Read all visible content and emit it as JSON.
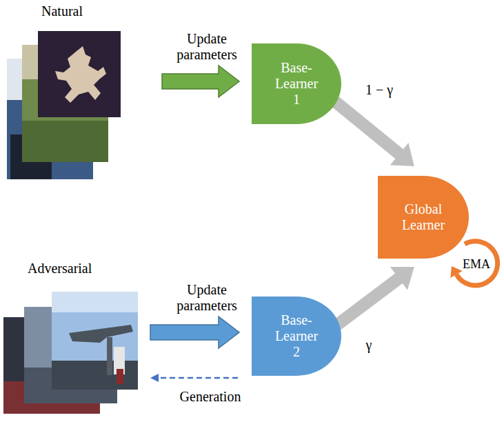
{
  "diagram": {
    "nodes": [
      {
        "text": [
          "Natural"
        ]
      },
      {
        "text": [
          "Base- Learner 1"
        ]
      },
      {
        "text": [
          "Global Learner"
        ]
      },
      {
        "text": [
          "Adversarial"
        ]
      },
      {
        "text": [
          "Base- Learner 2"
        ]
      }
    ],
    "edges": [
      {
        "from": 0,
        "to": 1,
        "arrow": "to",
        "label": "Update parameters"
      },
      {
        "from": 1,
        "to": 2,
        "arrow": "to",
        "label": "1 − γ"
      },
      {
        "from": 3,
        "to": 4,
        "arrow": "to",
        "label": "Update parameters"
      },
      {
        "from": 4,
        "to": 2,
        "arrow": "to",
        "label": "γ"
      },
      {
        "from": 4,
        "to": 3,
        "arrow": "to",
        "label": "Generation"
      }
    ],
    "labels": [
      "EMA"
    ]
  }
}
